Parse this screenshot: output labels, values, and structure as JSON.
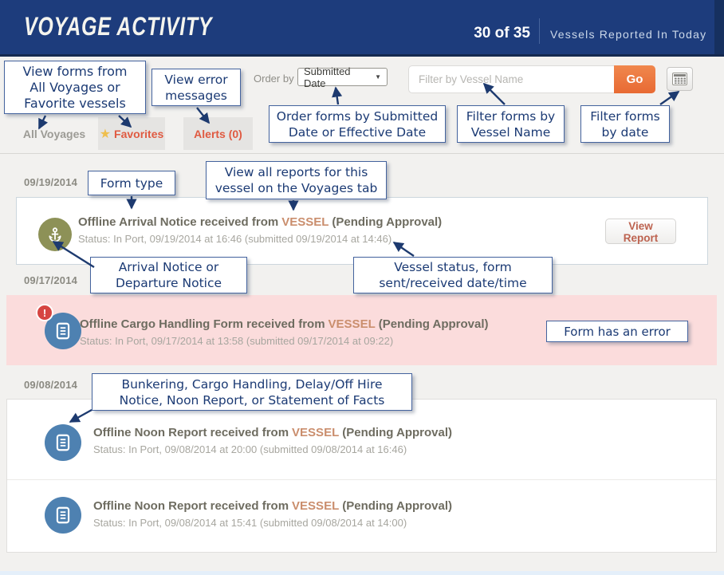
{
  "header": {
    "title": "VOYAGE ACTIVITY",
    "count": "30 of 35",
    "subtitle": "Vessels Reported In Today"
  },
  "toolbar": {
    "order_by_label": "Order by",
    "order_by_value": "Submitted Date",
    "caret": "▼",
    "filter_placeholder": "Filter by Vessel Name",
    "go_label": "Go"
  },
  "tabs": {
    "all_voyages": "All Voyages",
    "favorites": "Favorites",
    "favorites_star": "★",
    "alerts": "Alerts (0)"
  },
  "groups": {
    "g1": {
      "date": "09/19/2014",
      "row": {
        "icon": "anchor-icon",
        "title": "Offline Arrival Notice received from",
        "vessel": "VESSEL",
        "suffix": "(Pending Approval)",
        "status": "Status: In Port, 09/19/2014 at 16:46 (submitted 09/19/2014 at 14:46)",
        "button": "View Report"
      }
    },
    "g2": {
      "date": "09/17/2014",
      "row": {
        "icon": "document-icon",
        "badge": "!",
        "title": "Offline Cargo Handling Form received from",
        "vessel": "VESSEL",
        "suffix": "(Pending Approval)",
        "status": "Status: In Port, 09/17/2014 at 13:58 (submitted 09/17/2014 at 09:22)"
      }
    },
    "g3": {
      "date": "09/08/2014",
      "row1": {
        "icon": "document-icon",
        "title": "Offline Noon Report received from",
        "vessel": "VESSEL",
        "suffix": "(Pending Approval)",
        "status": "Status: In Port, 09/08/2014 at 20:00 (submitted 09/08/2014 at 16:46)"
      },
      "row2": {
        "icon": "document-icon",
        "title": "Offline Noon Report received from",
        "vessel": "VESSEL",
        "suffix": "(Pending Approval)",
        "status": "Status: In Port, 09/08/2014 at 15:41 (submitted 09/08/2014 at 14:00)"
      }
    }
  },
  "callouts": {
    "tabs_info": {
      "l1": "View forms from",
      "l2": "All Voyages or",
      "l3": "Favorite vessels"
    },
    "errors_info": {
      "l1": "View error",
      "l2": "messages"
    },
    "order_info": {
      "l1": "Order forms by Submitted",
      "l2": "Date or Effective Date"
    },
    "filter_info": {
      "l1": "Filter forms by",
      "l2": "Vessel Name"
    },
    "date_info": {
      "l1": "Filter forms",
      "l2": "by date"
    },
    "form_type": {
      "l1": "Form type"
    },
    "voyages_info": {
      "l1": "View all reports for this",
      "l2": "vessel on the Voyages tab"
    },
    "notice_info": {
      "l1": "Arrival Notice or",
      "l2": "Departure Notice"
    },
    "status_info": {
      "l1": "Vessel status, form",
      "l2": "sent/received date/time"
    },
    "error_info": {
      "l1": "Form has an error"
    },
    "form_kinds": {
      "l1": "Bunkering, Cargo Handling, Delay/Off Hire",
      "l2": "Notice, Noon Report, or Statement of Facts"
    }
  },
  "colors": {
    "header_bg": "#1d3c7c",
    "go_orange": "#e86a33",
    "tab_alert_text": "#e05a41",
    "vessel_link": "#ca8e6d",
    "error_row_pink": "#fbdcdc",
    "anchor_icon_olive": "#8d9157",
    "document_icon_blue": "#4e81b1",
    "error_badge_red": "#d64541",
    "callout_text": "#1b3a74"
  }
}
